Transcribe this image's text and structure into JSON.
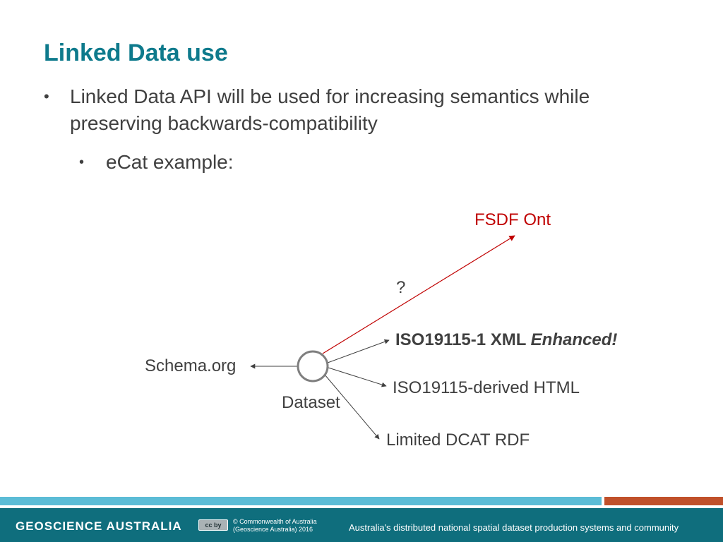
{
  "slide": {
    "title": "Linked Data use",
    "bullets": [
      {
        "marker": "•",
        "text": "Linked Data API will be used for increasing semantics while preserving backwards-compatibility"
      },
      {
        "marker": "•",
        "text": "eCat example:"
      }
    ]
  },
  "diagram": {
    "nodes": {
      "center": "Dataset",
      "fsdf": "FSDF Ont",
      "question": "?",
      "iso_xml": "ISO19115-1 XML",
      "iso_xml_note": "Enhanced!",
      "schema": "Schema.org",
      "html": "ISO19115-derived HTML",
      "dcat": "Limited DCAT RDF"
    },
    "colors": {
      "fsdf_link": "#c00000",
      "default_link": "#404040",
      "circle": "#7f7f7f"
    }
  },
  "footer": {
    "logo": "GEOSCIENCE AUSTRALIA",
    "license_badge": "cc  by",
    "copyright_line1": "© Commonwealth of Australia",
    "copyright_line2": "(Geoscience Australia) 2016",
    "tagline": "Australia's distributed national spatial dataset production systems and community",
    "colors": {
      "bar": "#0f6e7d",
      "stripe_blue": "#5bbcd6",
      "stripe_orange": "#c0502a"
    }
  }
}
